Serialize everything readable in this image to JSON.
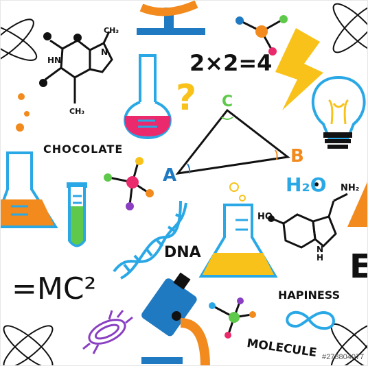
{
  "labels": {
    "chocolate": "CHOCOLATE",
    "equation": "2×2=4",
    "vertex_a": "A",
    "vertex_b": "B",
    "vertex_c": "C",
    "question": "?",
    "water": "H₂O",
    "amine": "NH₂",
    "hydroxyl": "HO",
    "ring_n": "N",
    "ring_h": "H",
    "dna": "DNA",
    "mc2": "=MC²",
    "hapiness": "HAPINESS",
    "molecule": "MOLECULE",
    "e_partial": "E",
    "methyl_top": "CH₃",
    "methyl_bottom": "CH₃",
    "n_atom": "N",
    "hn_atom": "HN"
  },
  "watermark": "#278804077",
  "colors": {
    "orange": "#f28a1d",
    "blue": "#1f7ac2",
    "light_blue": "#2aa8e6",
    "pink": "#ea2a6c",
    "green": "#5ec94a",
    "yellow": "#f8c21a",
    "purple": "#8a3fc3",
    "black": "#111111"
  }
}
